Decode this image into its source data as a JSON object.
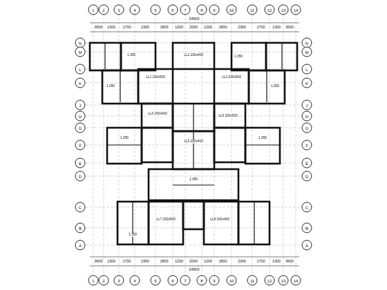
{
  "diagram": {
    "labels": [
      "1",
      "2",
      "3",
      "4",
      "5",
      "6",
      "7",
      "8",
      "9",
      "10",
      "11",
      "12",
      "13",
      "14",
      "1",
      "2",
      "3",
      "4",
      "5",
      "6",
      "7",
      "8",
      "9",
      "10",
      "11",
      "12",
      "13",
      "14",
      "N",
      "M",
      "L",
      "K",
      "J",
      "H",
      "G",
      "F",
      "E",
      "D",
      "C",
      "B",
      "A",
      "N",
      "M",
      "L",
      "K",
      "J",
      "H",
      "G",
      "F",
      "E",
      "D",
      "C",
      "B",
      "A",
      "34900",
      "34900",
      "3600",
      "1300",
      "1700",
      "2300",
      "1800",
      "1200",
      "2000",
      "1200",
      "1800",
      "2300",
      "1700",
      "1300",
      "3600",
      "3600",
      "1300",
      "1700",
      "2300",
      "1800",
      "1200",
      "2000",
      "1200",
      "1800",
      "2300",
      "1700",
      "1300",
      "3600",
      "1.350",
      "1.050",
      "LL1 200x500",
      "LL2 200x400",
      "1.350",
      "1.050",
      "LL3 200x500",
      "LL4 200x400",
      "1.050",
      "LL5 200x400",
      "LL6 200x500",
      "1.050",
      "LL7 200x500",
      "1.350",
      "LL8 200x400",
      "1.350"
    ]
  }
}
